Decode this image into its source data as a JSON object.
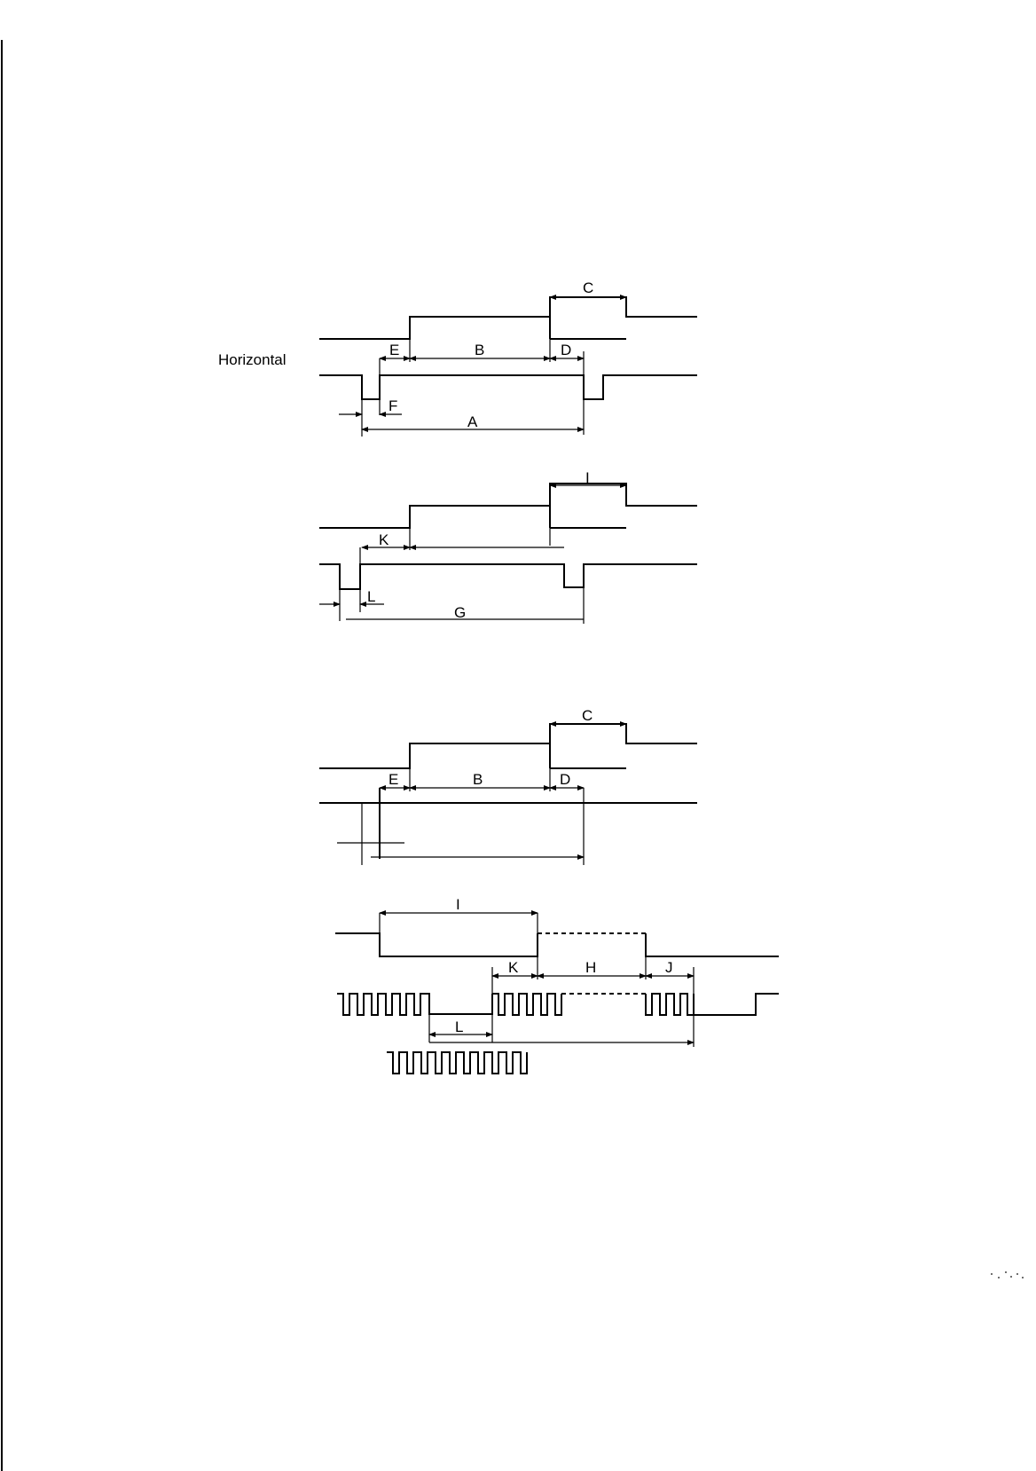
{
  "page": {
    "side_label": "Horizontal"
  },
  "diagrams": [
    {
      "id": "horizontal-timing-1",
      "labels": {
        "C": "C",
        "E": "E",
        "B": "B",
        "D": "D",
        "F": "F",
        "A": "A"
      }
    },
    {
      "id": "horizontal-timing-2",
      "labels": {
        "I": "I",
        "K": "K",
        "L": "L",
        "G": "G"
      }
    },
    {
      "id": "horizontal-timing-3",
      "labels": {
        "C": "C",
        "E": "E",
        "B": "B",
        "D": "D"
      }
    },
    {
      "id": "vertical-timing-4",
      "labels": {
        "I": "I",
        "K": "K",
        "H": "H",
        "J": "J",
        "L": "L"
      }
    }
  ]
}
